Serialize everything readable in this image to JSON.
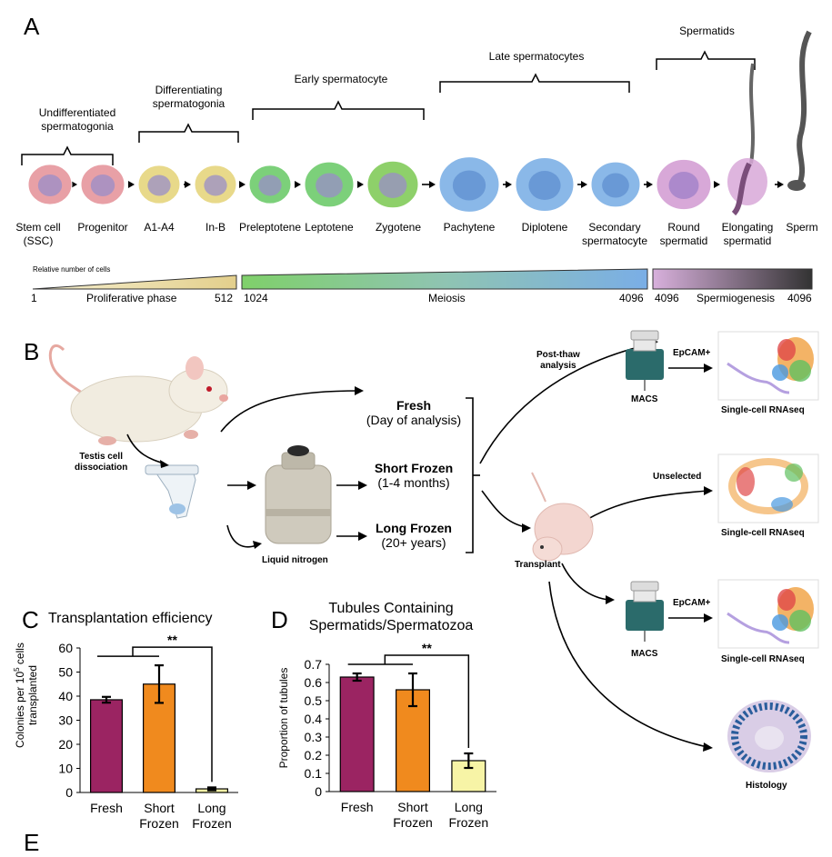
{
  "panels": {
    "a": "A",
    "b": "B",
    "c": "C",
    "d": "D",
    "e": "E"
  },
  "panel_a": {
    "groups": [
      {
        "label_line1": "Undifferentiated",
        "label_line2": "spermatogonia"
      },
      {
        "label_line1": "Differentiating",
        "label_line2": "spermatogonia"
      },
      {
        "label_line1": "Early spermatocyte",
        "label_line2": ""
      },
      {
        "label_line1": "Late spermatocytes",
        "label_line2": ""
      },
      {
        "label_line1": "Spermatids",
        "label_line2": ""
      }
    ],
    "stages": [
      {
        "line1": "Stem cell",
        "line2": "(SSC)",
        "color": "#e8a0a6"
      },
      {
        "line1": "Progenitor",
        "line2": "",
        "color": "#e8a0a6"
      },
      {
        "line1": "A1-A4",
        "line2": "",
        "color": "#e8d98a"
      },
      {
        "line1": "In-B",
        "line2": "",
        "color": "#e8d98a"
      },
      {
        "line1": "Preleptotene",
        "line2": "",
        "color": "#7cd07a"
      },
      {
        "line1": "Leptotene",
        "line2": "",
        "color": "#7cd07a"
      },
      {
        "line1": "Zygotene",
        "line2": "",
        "color": "#8ed06a"
      },
      {
        "line1": "Pachytene",
        "line2": "",
        "color": "#8ab8e8"
      },
      {
        "line1": "Diplotene",
        "line2": "",
        "color": "#8ab8e8"
      },
      {
        "line1": "Secondary",
        "line2": "spermatocyte",
        "color": "#8ab8e8"
      },
      {
        "line1": "Round",
        "line2": "spermatid",
        "color": "#d8a8d8"
      },
      {
        "line1": "Elongating",
        "line2": "spermatid",
        "color": "#d8a8d8"
      },
      {
        "line1": "Sperm",
        "line2": "",
        "color": "#555555"
      }
    ],
    "relative_label": "Relative number of cells",
    "phases": [
      {
        "start": "1",
        "name": "Proliferative phase",
        "end": "512"
      },
      {
        "start": "1024",
        "name": "Meiosis",
        "end": "4096"
      },
      {
        "start": "4096",
        "name": "Spermiogenesis",
        "end": "4096"
      }
    ]
  },
  "panel_b": {
    "testis_label_1": "Testis cell",
    "testis_label_2": "dissociation",
    "nitrogen_label": "Liquid nitrogen",
    "conditions": [
      {
        "title": "Fresh",
        "sub": "(Day of analysis)"
      },
      {
        "title": "Short Frozen",
        "sub": "(1-4 months)"
      },
      {
        "title": "Long Frozen",
        "sub": "(20+ years)"
      }
    ],
    "post_thaw_1": "Post-thaw",
    "post_thaw_2": "analysis",
    "macs_label": "MACS",
    "epcam_label": "EpCAM+",
    "unselected_label": "Unselected",
    "scrnaseq_label": "Single-cell RNAseq",
    "transplant_label": "Transplant",
    "histology_label": "Histology"
  },
  "chart_data": [
    {
      "type": "bar",
      "title": "Transplantation efficiency",
      "ylabel_line1": "Colonies per 10",
      "ylabel_sup": "5",
      "ylabel_line1_end": " cells",
      "ylabel_line2": "transplanted",
      "categories": [
        [
          "Fresh"
        ],
        [
          "Short",
          "Frozen"
        ],
        [
          "Long",
          "Frozen"
        ]
      ],
      "values": [
        38.5,
        45,
        1.5
      ],
      "errors": [
        1.2,
        7.8,
        0.6
      ],
      "colors": [
        "#9b2462",
        "#f08a1e",
        "#f7f4a6"
      ],
      "ylim": [
        0,
        60
      ],
      "yticks": [
        "0",
        "10",
        "20",
        "30",
        "40",
        "50",
        "60"
      ],
      "significance": "**"
    },
    {
      "type": "bar",
      "title_line1": "Tubules Containing",
      "title_line2": "Spermatids/Spermatozoa",
      "ylabel": "Proportion of tubules",
      "categories": [
        [
          "Fresh"
        ],
        [
          "Short",
          "Frozen"
        ],
        [
          "Long",
          "Frozen"
        ]
      ],
      "values": [
        0.63,
        0.56,
        0.17
      ],
      "errors": [
        0.02,
        0.09,
        0.04
      ],
      "colors": [
        "#9b2462",
        "#f08a1e",
        "#f7f4a6"
      ],
      "ylim": [
        0,
        0.7
      ],
      "yticks": [
        "0",
        "0.1",
        "0.2",
        "0.3",
        "0.4",
        "0.5",
        "0.6",
        "0.7"
      ],
      "significance": "**"
    }
  ]
}
